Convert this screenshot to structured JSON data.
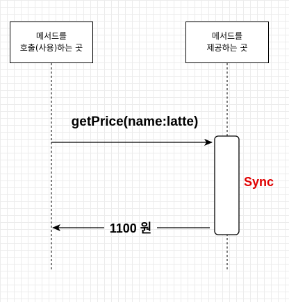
{
  "actors": {
    "caller": {
      "line1": "메서드를",
      "line2": "호출(사용)하는 곳"
    },
    "provider": {
      "line1": "메서드를",
      "line2": "제공하는 곳"
    }
  },
  "messages": {
    "request": "getPrice(name:latte)",
    "response": "1100 원"
  },
  "activation_label": "Sync",
  "colors": {
    "line": "#000000",
    "sync_label": "#e00000",
    "grid": "#ececec"
  }
}
